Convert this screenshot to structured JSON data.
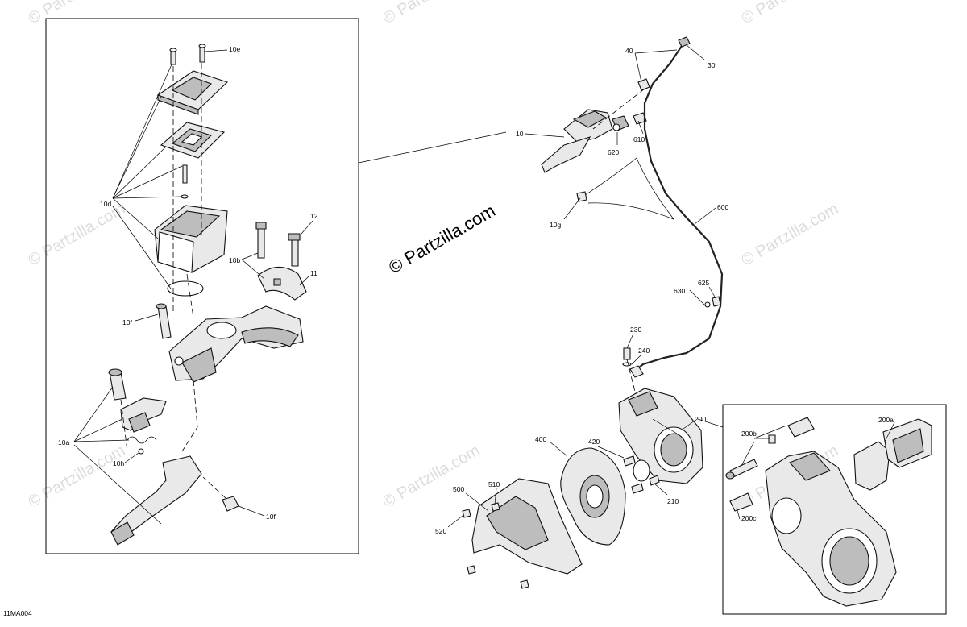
{
  "watermarks": {
    "small": "© Partzilla.com",
    "main": "© Partzilla.com"
  },
  "diagram_code": "11MA004",
  "labels": {
    "l10e": "10e",
    "l10d": "10d",
    "l12": "12",
    "l10b": "10b",
    "l11": "11",
    "l10f_top": "10f",
    "l10a": "10a",
    "l10h": "10h",
    "l10f_bottom": "10f",
    "l40": "40",
    "l30": "30",
    "l10": "10",
    "l620": "620",
    "l610": "610",
    "l10g": "10g",
    "l600": "600",
    "l625": "625",
    "l630": "630",
    "l230": "230",
    "l240": "240",
    "l200": "200",
    "l400": "400",
    "l420": "420",
    "l510": "510",
    "l500": "500",
    "l520": "520",
    "l210": "210",
    "l200b": "200b",
    "l200a": "200a",
    "l200c": "200c"
  }
}
